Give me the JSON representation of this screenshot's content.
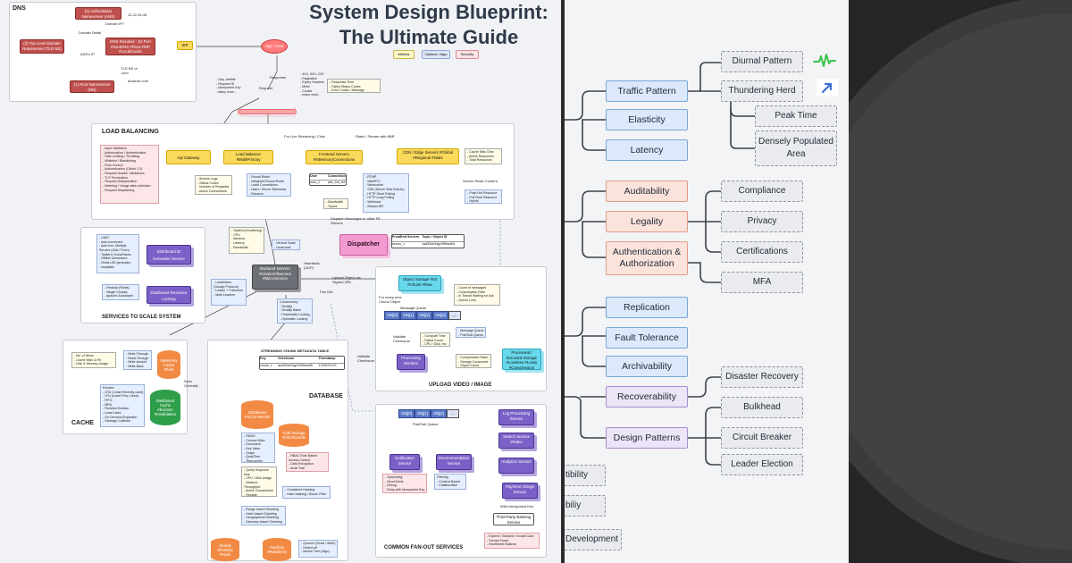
{
  "title": {
    "line1": "System Design Blueprint:",
    "line2": "The Ultimate Guide"
  },
  "legend": [
    "Metrics",
    "Options / Algo",
    "Security"
  ],
  "dns": {
    "label": "DNS",
    "authoritative": "(3) Authoritative Nameserver (ANS)",
    "ip": "12.22.34.45",
    "domain_ip": "Domain IP?",
    "domain_detail": "Domain Detail",
    "tld": "(2) Top Level Domain Nameserver (TLD NS)",
    "ans_ip": "ANS's IP",
    "resolver": "DNS Resolver : 53 Port #GeoDNS #Root #ISP #LocalCache #MultipleIPs",
    "tld_ns": "TLD NS of .com",
    "amazon": "amazon.com",
    "root": "(1) Root Nameserver (RN)",
    "isp": "ISP"
  },
  "app_user": "App / User",
  "request": {
    "label": "Request",
    "notes": "- Grip, deflate\n- Request ID\n- Idempotent Key\n- Many more...",
    "response": "Response",
    "response_notes": "- 4XX, 5XX, 2XX\n- Pagination\n- Expiry Headers\n- Mime\n- Cookie\n- many more...",
    "metrics": "- Response Time\n- Failed Status Codes\n- Error Codes / Message"
  },
  "load_balancing": {
    "label": "LOAD BALANCING",
    "live": "For Live Streaming / Chat",
    "static": "Static / Stream with ABR",
    "api_gateway": "Api Gateway",
    "load_balancer": "Load Balancer #MultiPrimary",
    "frontend": "Frontend Servers #InMemoryConnections",
    "cdn": "CDN / Edge Servers #Global #Regional #Stats",
    "cdn_notes": "- Cache Miss Gets\n- Active Resources\n- Total Resources",
    "api_notes": "- Input Validation\n- Authorization / Authentication\n- Rate Limiting / Throttling\n- Whitelist / Blacklisting\n- Flow Control\n- Authentication (OAuth 2.0)\n- Request Header Validations\n- TLS Termination\n- Request Deduplication\n- Metering / Usage data collection\n- Request Dispatching",
    "api_metrics": "- Access Logs\n- Status Codes\n- Number of Requests\n- Active Connections",
    "lb_algos": "- Round Robin\n- Weighted Round Robin\n- Least Connections\n- Hash / Server Stickiness\n- Random",
    "table_head": [
      "User",
      "Connection"
    ],
    "table_row": [
      "user_1",
      "abc_ind_xbi"
    ],
    "fe_protocols": "- RTMP\n- WebRTC\n- Websocket\n- SSE (Server Side Events)\n- HTTP Short Polling\n- HTTP Long Polling\n- Webhook\n- Stream API",
    "serves": "Serves Static Content",
    "push_notes": "- Push Hot Resource\n- Pull Rare Resource\n- Hybrid",
    "bandwidth": "- Bandwidth\n- Topics"
  },
  "dispatcher": {
    "label": "Dispatcher",
    "caption": "Dispatch Messages to other FE Servers",
    "head": [
      "FrontEnd Servers",
      "Topic / Object ID"
    ],
    "row": [
      "server_1",
      "xad534e34g24f9ba4b5"
    ]
  },
  "backend": {
    "label": "Backend Servers #ClusterOfServers #MicroService",
    "heartbeat": "Heartbeat (UDP)",
    "stats": "- Stateful (if buffering)\n- CPU\n- Memory\n- Latency\n- Bandwidth",
    "scale": "- Vertical Scale\n- Horizontal",
    "leaders": "- Leaderless\n(Gossip Protocol)\n- Leader + Followers\n- Multi Leaders",
    "concurrency": "Concurrency\n- Serially\n- Serially Batch\n- Pessimistic Locking\n- Optimistic Locking",
    "fanout": "Fan Out",
    "upload": "Upload Object via Signed URL"
  },
  "scale": {
    "label": "SERVICES TO SCALE SYSTEM",
    "uuid": "- UUID\n- Auto Increment\n- Auto Incr. Multiple Servers (Odd / Even)\n- Twitter's SnowFlakes\n- Offline Generators\n- Redis UID generator\n- ksnyflake",
    "id_gen": "Distributed ID Generator Service",
    "lock_notes": "- Redlock (Redis)\n- Single Chubby\n- Apache Zookeeper",
    "lock": "Distributed Resource Locking"
  },
  "cache": {
    "label": "CACHE",
    "metrics": "- No. of Items\n- Cache Miss & Hit\n- Disk & Memory Usage",
    "write": "- Write-Through\n- Read-Through\n- Write-Around\n- Write-Back",
    "inmem": "InMemory Cache #Fast",
    "sync": "Sync Centrally",
    "eviction": "Eviction\n- LRU (Least Recently used)\n- LFU (Least Freq. Used)\n- FIFO\n- MRU\n- Random Eviction\n- Least Used\n- On Demand Expiration\n- Garbage Collector",
    "distributed": "Distributed Cache #Eviction #Invalidation"
  },
  "database": {
    "label": "DATABASE",
    "chunk_title": "STREAMING CHUNK METADATA TABLE",
    "chunk_head": [
      "Key",
      "Checksum",
      "Timestamp"
    ],
    "chunk_row": [
      "chunk_1",
      "asd534e34g243f9ba4b5",
      "1232874123"
    ],
    "db": "Databases #ACID #BASE",
    "cold": "Cold Storage #Old Records",
    "types": "- RDMS\n- Column Wise\n- Document\n- Key Value\n- Graph\n- QuadTree\n- Time-series",
    "security": "- RBAC Role Based Access Control\n- Data Encryption\n- Audit Trail",
    "metrics": "- Query response time\n- CPU / Disk Usage\n- Network Throughput\n- Active Connections\n- Storage",
    "hashing": "- Consistent Hashing\n- Hash hashing / Bloom Filter",
    "sharding": "- Range based Sharding\n- Hash based Sharding\n- Geographical Sharding\n- Directory based Sharding",
    "shards": "Shards #ReWrite #Hash",
    "replicas": "Replicas #ReadOnly",
    "quorum": "- Quorum (Read / Write)\n- Hinted-off\n- Merkle Tree (Algo)"
  },
  "upload_video": {
    "label": "UPLOAD VIDEO / IMAGE",
    "object_storage": "Object Storage #S3 #Chunk #Raw",
    "counts": "- Count of messages\n- Consumption Rate\n- In Transit Waiting for Ack\n- Queue Limit",
    "every_chunk": "For every new Chunk Object",
    "queue_label": "Message Queue",
    "queue": [
      "Obj[0]",
      "Obj[1]",
      "Obj[2]",
      "Obj[3]",
      "...."
    ],
    "validate": "Validate Checksum",
    "compute": "- Compute Time\n- Failed Count\n- CPU / Disk, etc",
    "mq_opts": "- Message Queue\n- Pub/Sub Queue",
    "processing": "Processing Workers",
    "compression": "- Compression Ratio\n- Storage Consumed\n- Object Count",
    "processed": "Processed / Encoded Storage #Lossless #Lossy #Compression",
    "validate2": "Validate Checksum"
  },
  "fanout": {
    "label": "COMMON FAN-OUT SERVICES",
    "queue": [
      "Obj[0]",
      "Obj[1]",
      "Obj[2]",
      "...."
    ],
    "pubsub": "Pub/Sub Queue",
    "notification": "Notification Service",
    "recommendation": "Recommendation Service",
    "notif_notes": "- Spamming\n- Send Alerts\n- Debug\n- Retry with Idempotent Key",
    "rec_notes": "Filtering\n- Content-Based\n- Collaborative",
    "log": "Log Processing Service",
    "search": "Search Service #Index",
    "analytics": "Analytics Service",
    "payment": "Payment charge Service",
    "idem": "With Idempotent Key",
    "third_party": "Third-Party Banking Service",
    "errors": "- Expired / Blocked / Invalid Card\n- Service Down\n- Insufficient Balance"
  },
  "mindmap": {
    "traffic_pattern": "Traffic Pattern",
    "elasticity": "Elasticity",
    "latency": "Latency",
    "diurnal": "Diurnal Pattern",
    "thundering": "Thundering Herd",
    "peak": "Peak Time",
    "densely": "Densely Populated Area",
    "auditability": "Auditability",
    "legality": "Legality",
    "authn": "Authentication & Authorization",
    "compliance": "Compliance",
    "privacy": "Privacy",
    "certifications": "Certifications",
    "mfa": "MFA",
    "replication": "Replication",
    "fault_tolerance": "Fault Tolerance",
    "archivability": "Archivability",
    "recoverability": "Recoverability",
    "design_patterns": "Design Patterns",
    "disaster": "Disaster Recovery",
    "bulkhead": "Bulkhead",
    "circuit": "Circuit Breaker",
    "leader": "Leader Election",
    "cut1": "tibility",
    "cut2": "biliy",
    "cut3": "Development"
  },
  "colors": {
    "node_blue": "#dbe9fb",
    "node_orange": "#fbe3dc",
    "node_purple": "#ece4f7",
    "leaf_gray": "#e9ebee",
    "pulse_icon": "#3cc34a",
    "arrow_icon": "#3a6fd8"
  },
  "icons": [
    "pulse-icon",
    "trend-arrow-icon"
  ]
}
